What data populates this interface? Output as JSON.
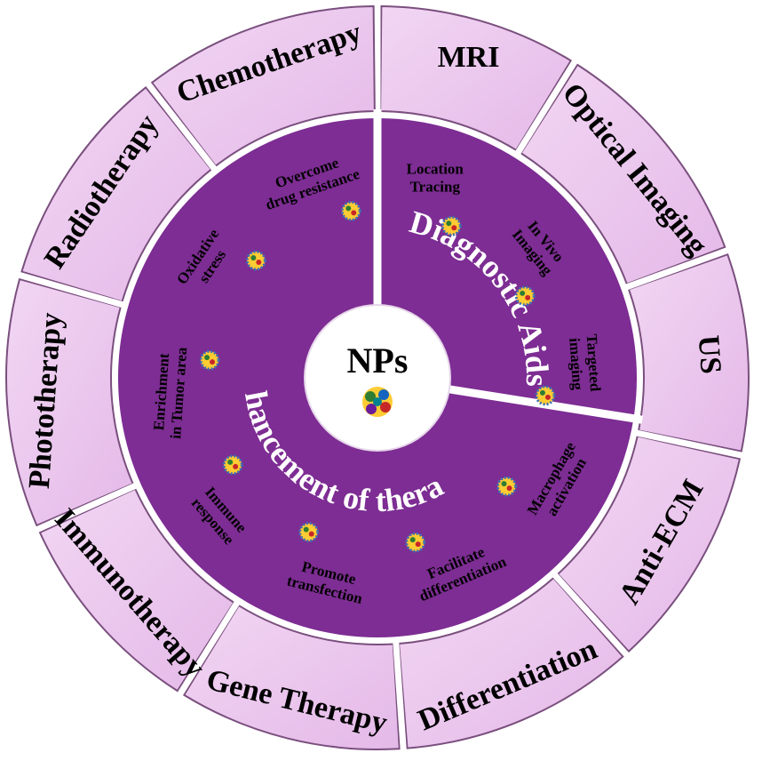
{
  "center": {
    "title": "NPs"
  },
  "ring": {
    "diagnostic_label": "Diagnostic Aids",
    "therapy_label": "Enhancement of therapy"
  },
  "segments": [
    {
      "id": "mri",
      "title": "MRI",
      "sublabel_lines": [
        "Location",
        "Tracing"
      ]
    },
    {
      "id": "optical-imaging",
      "title": "Optical Imaging",
      "sublabel_lines": [
        "In Vivo",
        "Imaging"
      ]
    },
    {
      "id": "us",
      "title": "US",
      "sublabel_lines": [
        "Targeted",
        "imaging"
      ]
    },
    {
      "id": "anti-ecm",
      "title": "Anti-ECM",
      "sublabel_lines": [
        "Macrophage",
        "activation"
      ]
    },
    {
      "id": "differentiation",
      "title": "Differentiation",
      "sublabel_lines": [
        "Facilitate",
        "differentiation"
      ]
    },
    {
      "id": "gene-therapy",
      "title": "Gene Therapy",
      "sublabel_lines": [
        "Promote",
        "transfection"
      ]
    },
    {
      "id": "immunotherapy",
      "title": "Immunotherapy",
      "sublabel_lines": [
        "Immune",
        "response"
      ]
    },
    {
      "id": "phototherapy",
      "title": "Phototherapy",
      "sublabel_lines": [
        "Enrichment",
        "in Tumor area"
      ]
    },
    {
      "id": "radiotherapy",
      "title": "Radiotherapy",
      "sublabel_lines": [
        "Oxidative",
        "stress"
      ]
    },
    {
      "id": "chemotherapy",
      "title": "Chemotherapy",
      "sublabel_lines": [
        "Overcome",
        "drug resistance"
      ]
    }
  ],
  "colors": {
    "segment_fill": "#ecc8ee",
    "segment_stroke": "#7a4f7e",
    "ring": "#7d2d93",
    "ring_dark": "#5c1c70",
    "center": "#ffffff",
    "arrow": "#e83a3a"
  }
}
